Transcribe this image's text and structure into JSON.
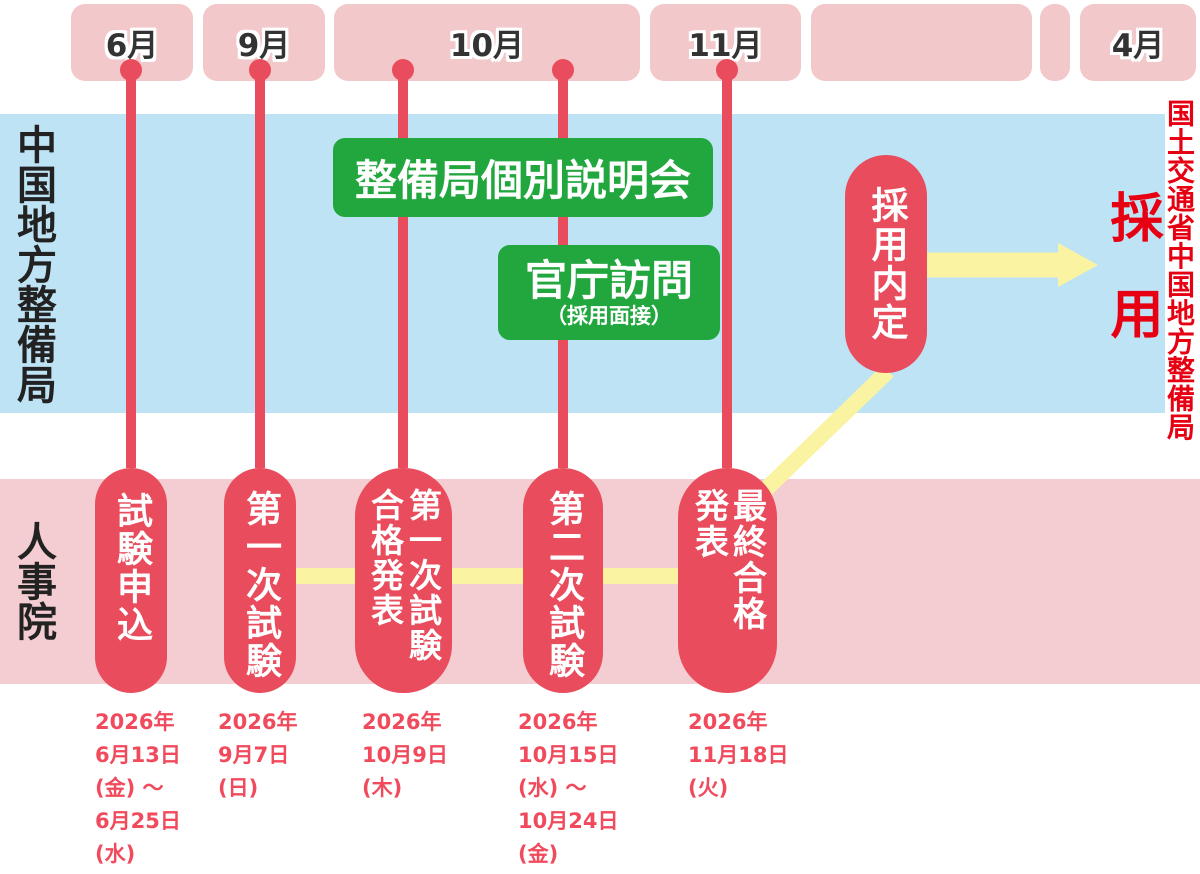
{
  "palette": {
    "pill_red": "#e94c5c",
    "month_pink": "#f2c8cb",
    "band_blue": "#bee3f5",
    "band_pink": "#f3cdd1",
    "green": "#21a73e",
    "yellow": "#faf3a2",
    "date_red": "#f04a5c",
    "accent_red": "#e60012"
  },
  "month_bar": {
    "boxes": [
      {
        "label": "6月"
      },
      {
        "label": "9月"
      },
      {
        "label": "10月"
      },
      {
        "label": "11月"
      },
      {
        "label": ""
      },
      {
        "label": ""
      },
      {
        "label": "4月"
      }
    ]
  },
  "lanes": {
    "top_label": "中国地方整備局",
    "bottom_label": "人事院"
  },
  "green_boxes": {
    "briefing": "整備局個別説明会",
    "visit_main": "官庁訪問",
    "visit_sub": "（採用面接）"
  },
  "pills": [
    {
      "cols": [
        "試験申込"
      ],
      "date": "2026年\n6月13日\n(金) ～\n6月25日\n(水)"
    },
    {
      "cols": [
        "第一次試験"
      ],
      "date": "2026年\n9月7日\n(日)"
    },
    {
      "cols": [
        "第一次試験",
        "合格発表"
      ],
      "date": "2026年\n10月9日\n(木)"
    },
    {
      "cols": [
        "第二次試験"
      ],
      "date": "2026年\n10月15日\n(水) ～\n10月24日\n(金)"
    },
    {
      "cols": [
        "最終合格",
        "発表"
      ],
      "date": "2026年\n11月18日\n(火)"
    },
    {
      "cols": [
        "採用内定"
      ],
      "date": ""
    }
  ],
  "right_side": {
    "org": "国土交通省中国地方整備局",
    "result": "採用"
  }
}
